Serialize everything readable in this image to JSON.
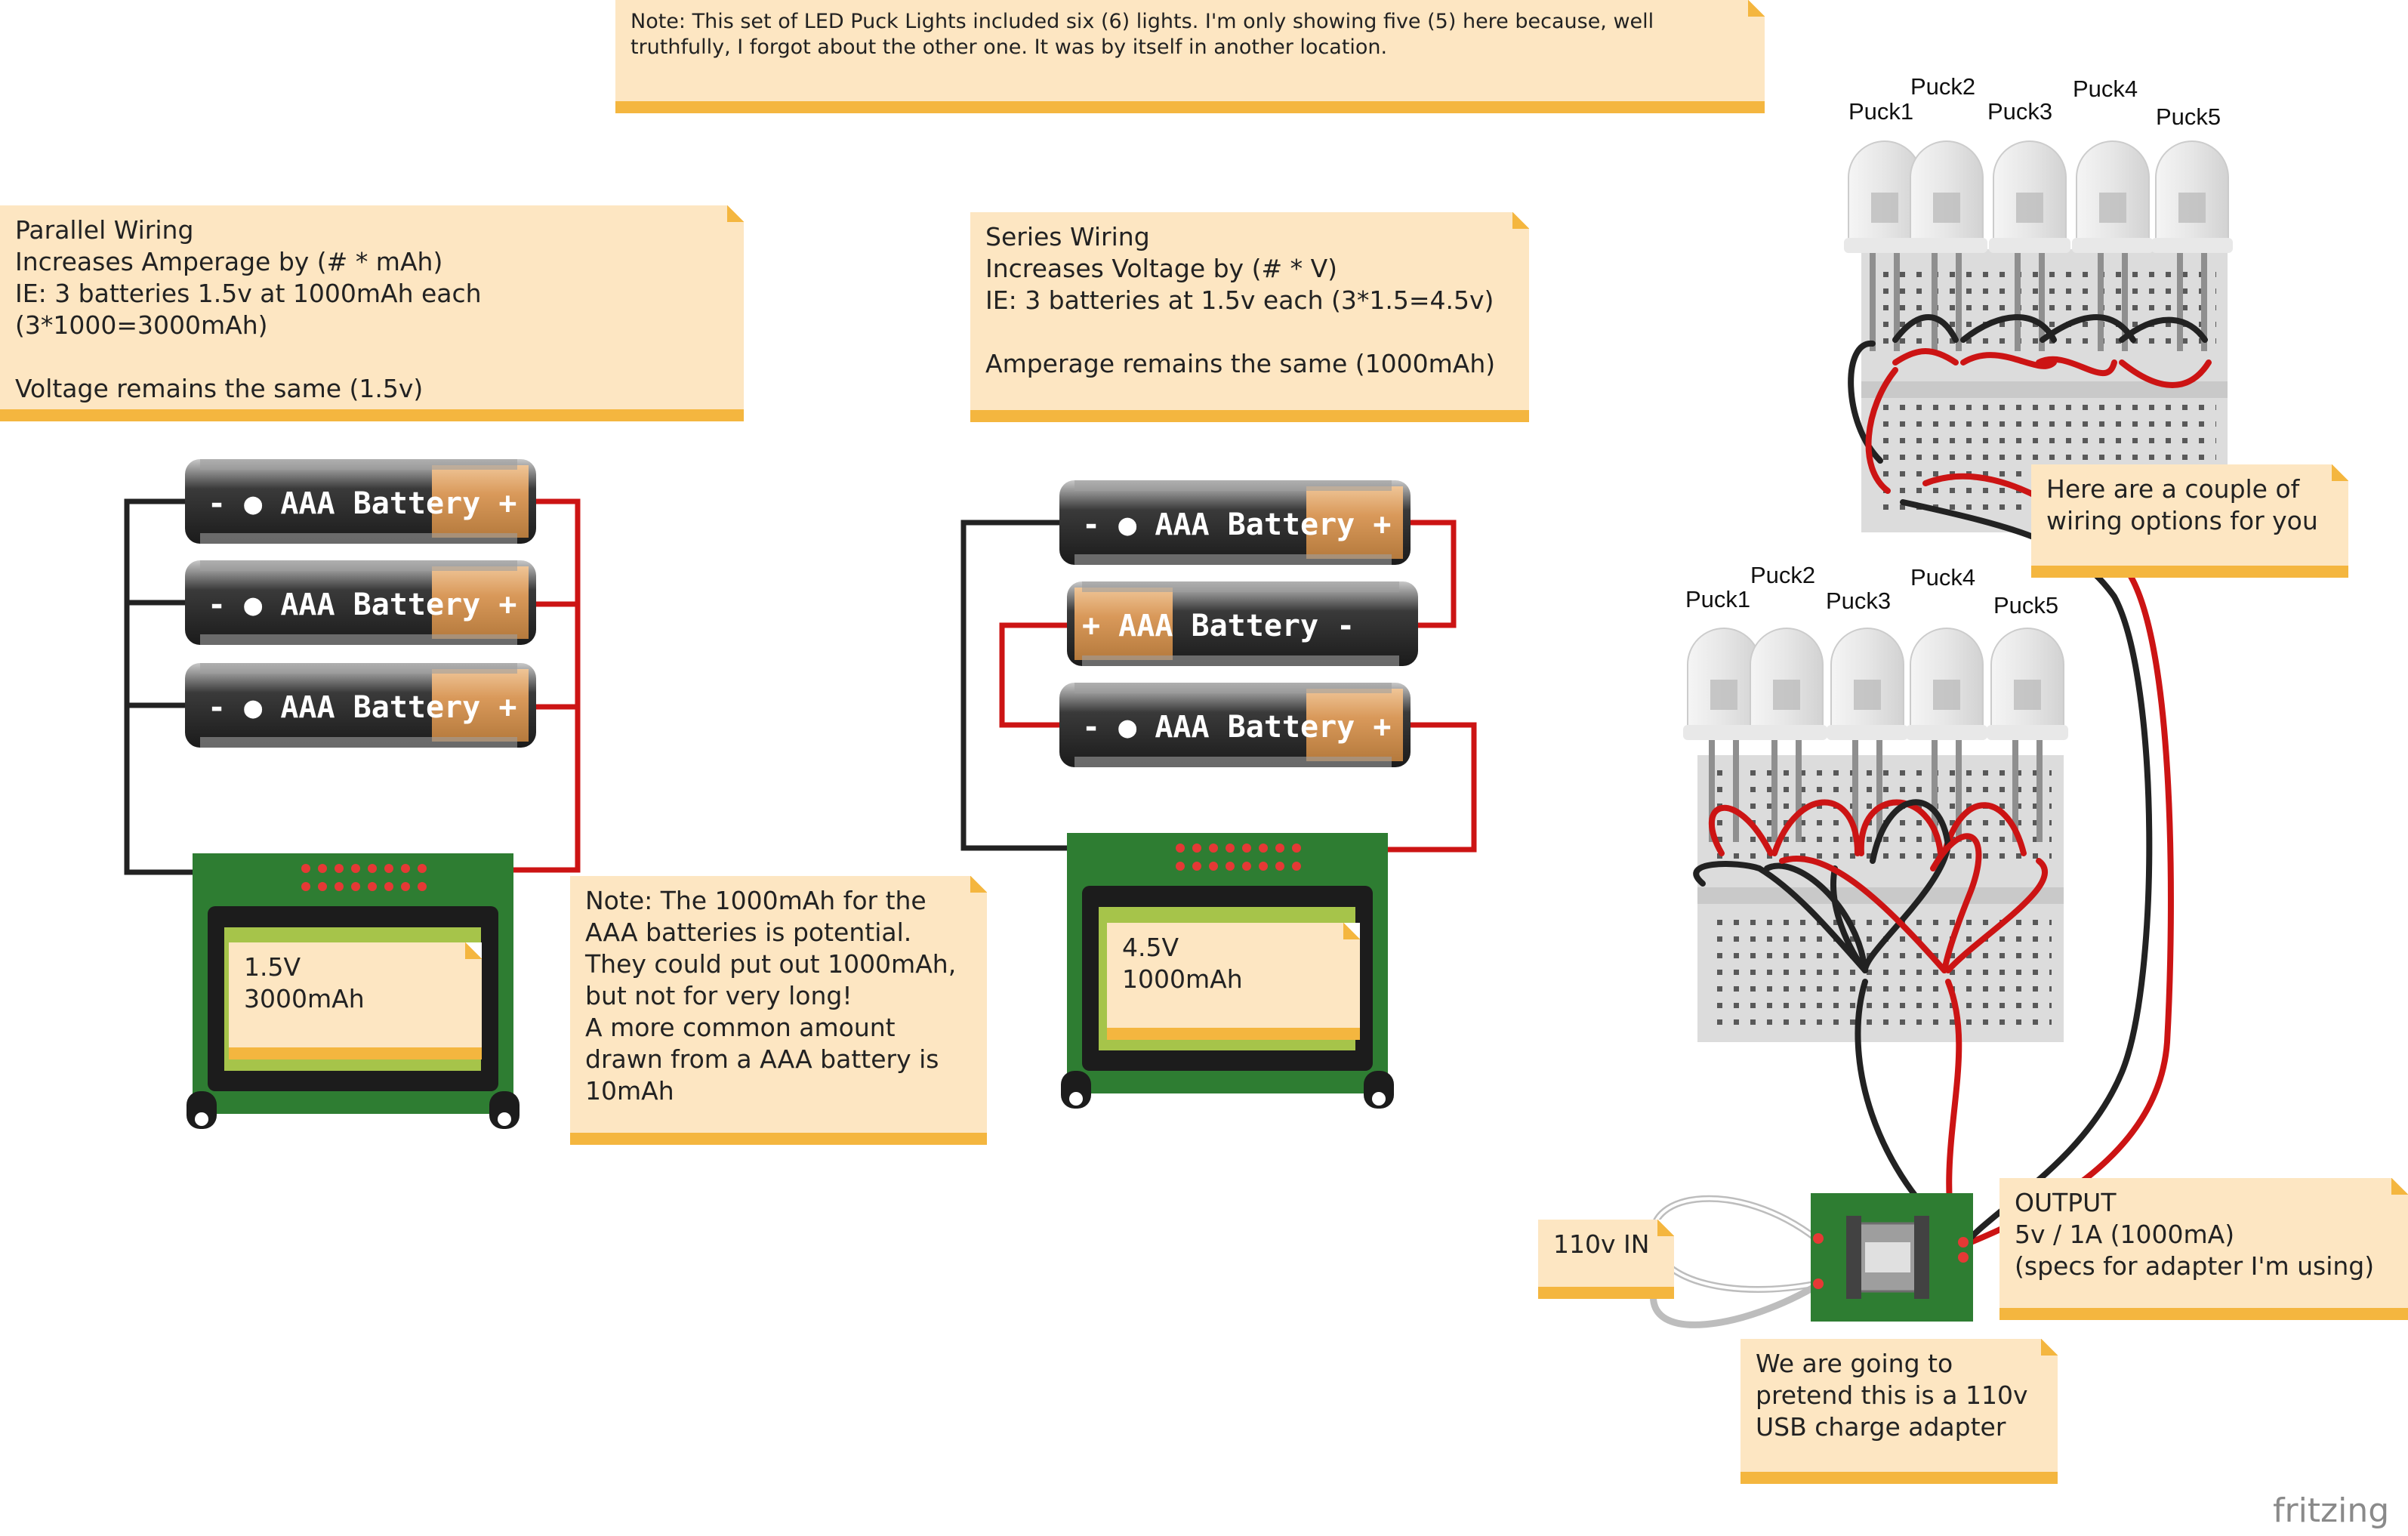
{
  "notes": {
    "top": "Note: This set of LED Puck Lights included six (6) lights. I'm only showing five (5) here because, well truthfully, I forgot about the other one. It was by itself in another location.",
    "parallel": "Parallel Wiring\nIncreases Amperage by (# * mAh)\nIE: 3 batteries 1.5v at 1000mAh each (3*1000=3000mAh)\n\nVoltage remains the same (1.5v)",
    "series": "Series Wiring\nIncreases Voltage by (# * V)\nIE: 3 batteries at 1.5v each (3*1.5=4.5v)\n\nAmperage remains the same (1000mAh)",
    "potential": "Note:  The 1000mAh for the\nAAA batteries is potential.\nThey could put out 1000mAh,\nbut not for very long!\nA more common amount\ndrawn from a AAA battery is\n10mAh",
    "wiring_options": "Here are a couple of\nwiring options for you",
    "in": "110v IN",
    "output": "OUTPUT\n5v / 1A  (1000mA)\n(specs for adapter I'm using)",
    "adapter": "We are going to\npretend this is a 110v\nUSB charge adapter"
  },
  "displays": {
    "parallel": "1.5V\n3000mAh",
    "series": "4.5V\n1000mAh"
  },
  "battery_label": "- ● AAA Battery +",
  "battery_label_rev": "+ AAA Battery -",
  "puck_labels": [
    "Puck1",
    "Puck2",
    "Puck3",
    "Puck4",
    "Puck5"
  ],
  "brand": "fritzing",
  "colors": {
    "note_bg": "#fde6c2",
    "note_band": "#f4b63f",
    "wire_red": "#cc1414",
    "wire_black": "#222222",
    "pcb_green": "#2e7d32",
    "battery_body": "#222222",
    "battery_cap": "#d9995a"
  }
}
